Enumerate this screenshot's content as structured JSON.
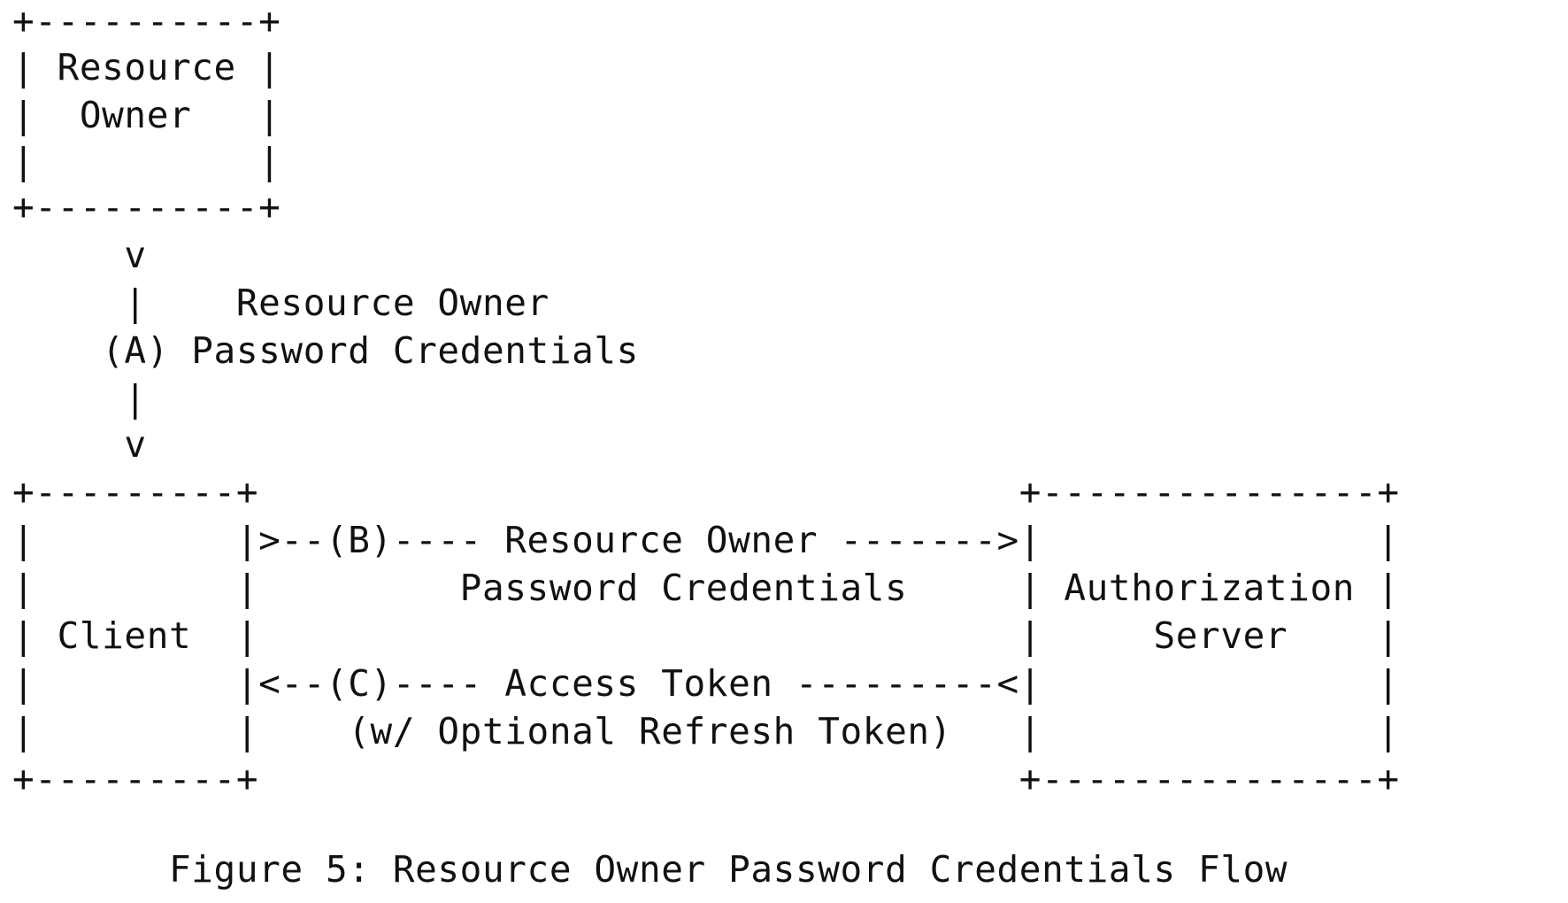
{
  "diagram": {
    "lines": [
      "+----------+",
      "| Resource |",
      "|  Owner   |",
      "|          |",
      "+----------+",
      "     v",
      "     |    Resource Owner",
      "    (A) Password Credentials",
      "     |",
      "     v",
      "+---------+                                  +---------------+",
      "|         |>--(B)---- Resource Owner ------->|               |",
      "|         |         Password Credentials     | Authorization |",
      "| Client  |                                  |     Server    |",
      "|         |<--(C)---- Access Token ---------<|               |",
      "|         |    (w/ Optional Refresh Token)   |               |",
      "+---------+                                  +---------------+",
      "",
      "       Figure 5: Resource Owner Password Credentials Flow"
    ]
  }
}
